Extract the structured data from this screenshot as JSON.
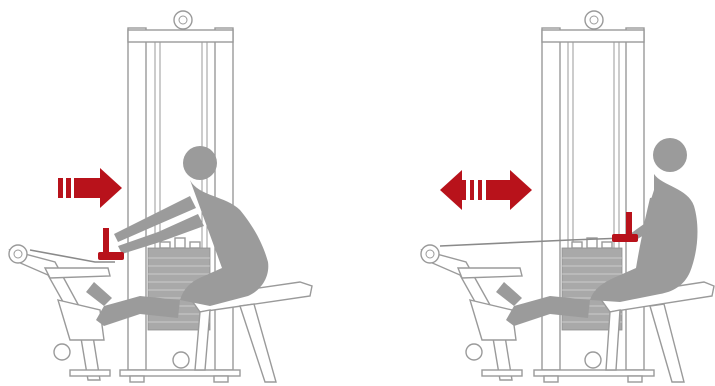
{
  "figure": {
    "panels": [
      {
        "id": "start-position",
        "arrow": "push-right"
      },
      {
        "id": "end-position",
        "arrow": "double-left-right"
      }
    ],
    "colors": {
      "accent": "#b8121b",
      "figure": "#9b9b9b",
      "machine_outline": "#9a9a9a",
      "background": "#ffffff"
    }
  }
}
